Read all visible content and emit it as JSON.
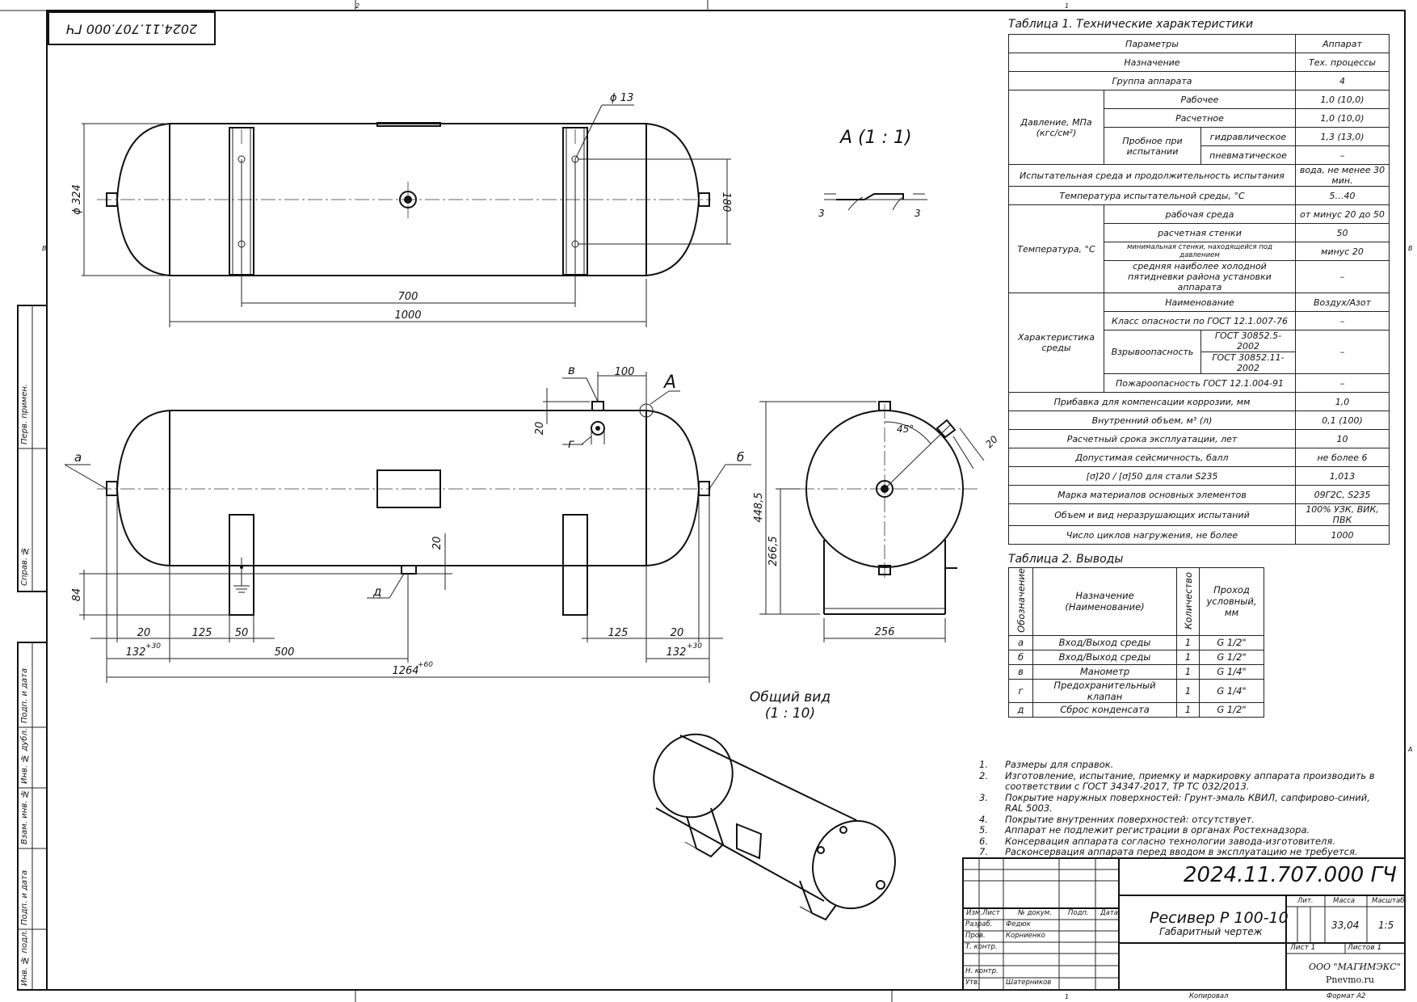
{
  "stamp_top": "2024.11.707.000 ГЧ",
  "zone_marks": {
    "top_left": "2",
    "top_right": "1",
    "left": "В",
    "right_top": "В",
    "right_bottom": "А",
    "bottom": "1"
  },
  "left_strip": [
    "Перв. примен.",
    "Справ. №",
    "Подп. и дата",
    "Инв. № дубл.",
    "Взам. инв. №",
    "Подп. и дата",
    "Инв. № подл."
  ],
  "top_view": {
    "dim_diameter_324": "ϕ 324",
    "dim_180": "180",
    "dim_hole": "ϕ 13",
    "dim_700": "700",
    "dim_1000": "1000"
  },
  "detail_a": {
    "title": "А (1 : 1)",
    "dim_left": "3",
    "dim_right": "3"
  },
  "front_view": {
    "labels": {
      "a": "а",
      "b": "б",
      "v": "в",
      "g": "г",
      "d": "д",
      "A": "А"
    },
    "dim_100": "100",
    "dim_20_top": "20",
    "dim_20_bottom": "20",
    "dim_84": "84",
    "dim_20_left": "20",
    "dim_125_left": "125",
    "dim_50": "50",
    "dim_125_right": "125",
    "dim_20_right": "20",
    "dim_132_left": "132",
    "dim_132_right": "132",
    "tol_30": "+30",
    "dim_500": "500",
    "dim_1264": "1264",
    "tol_60": "+60"
  },
  "side_view": {
    "dim_448_5": "448,5",
    "dim_266_5": "266,5",
    "dim_45": "45°",
    "dim_20": "20",
    "dim_256": "256"
  },
  "iso_view": {
    "title": "Общий вид",
    "scale": "(1 : 10)"
  },
  "table1": {
    "caption": "Таблица 1. Технические характеристики",
    "header": [
      "Параметры",
      "Аппарат"
    ],
    "rows": {
      "purpose": [
        "Назначение",
        "Тех. процессы"
      ],
      "group": [
        "Группа аппарата",
        "4"
      ],
      "pressure_label": "Давление, МПа (кгс/см²)",
      "p_work": [
        "Рабочее",
        "1,0 (10,0)"
      ],
      "p_calc": [
        "Расчетное",
        "1,0 (10,0)"
      ],
      "p_test_label": "Пробное при испытании",
      "p_hydro": [
        "гидравлическое",
        "1,3 (13,0)"
      ],
      "p_pneumo": [
        "пневматическое",
        "–"
      ],
      "test_medium": [
        "Испытательная среда и продолжительность испытания",
        "вода, не менее 30 мин."
      ],
      "test_temp": [
        "Температура испытательной среды, °С",
        "5…40"
      ],
      "temp_label": "Температура, °С",
      "t_work": [
        "рабочая среда",
        "от минус 20 до 50"
      ],
      "t_wall": [
        "расчетная стенки",
        "50"
      ],
      "t_min": [
        "минимальная стенки, находящейся под давлением",
        "минус 20"
      ],
      "t_cold": [
        "средняя наиболее холодной пятидневки района установки аппарата",
        "–"
      ],
      "medium_label": "Характеристика среды",
      "m_name": [
        "Наименование",
        "Воздух/Азот"
      ],
      "m_class": [
        "Класс опасности по ГОСТ 12.1.007-76",
        "–"
      ],
      "m_explo_label": "Взрывоопасность",
      "m_explo1": [
        "ГОСТ 30852.5-2002",
        "–"
      ],
      "m_explo2": "ГОСТ 30852.11-2002",
      "m_fire": [
        "Пожароопасность ГОСТ 12.1.004-91",
        "–"
      ],
      "corrosion": [
        "Прибавка для компенсации коррозии, мм",
        "1,0"
      ],
      "volume": [
        "Внутренний объем, м³ (л)",
        "0,1 (100)"
      ],
      "life": [
        "Расчетный срока эксплуатации, лет",
        "10"
      ],
      "seismic": [
        "Допустимая сейсмичность, балл",
        "не более 6"
      ],
      "sigma": [
        "[σ]20 / [σ]50 для стали S235",
        "1,013"
      ],
      "materials": [
        "Марка материалов основных элементов",
        "09Г2С, S235"
      ],
      "ndt": [
        "Объем и вид неразрушающих испытаний",
        "100% УЗК, ВИК, ПВК"
      ],
      "cycles": [
        "Число циклов нагружения, не более",
        "1000"
      ]
    }
  },
  "table2": {
    "caption": "Таблица 2. Выводы",
    "headers": [
      "Обозначение",
      "Назначение (Наименование)",
      "Количество",
      "Проход условный, мм"
    ],
    "rows": [
      [
        "а",
        "Вход/Выход среды",
        "1",
        "G 1/2\""
      ],
      [
        "б",
        "Вход/Выход среды",
        "1",
        "G 1/2\""
      ],
      [
        "в",
        "Манометр",
        "1",
        "G 1/4\""
      ],
      [
        "г",
        "Предохранительный клапан",
        "1",
        "G 1/4\""
      ],
      [
        "д",
        "Сброс конденсата",
        "1",
        "G 1/2\""
      ]
    ]
  },
  "notes": [
    [
      "1.",
      "Размеры для справок."
    ],
    [
      "2.",
      "Изготовление, испытание, приемку и маркировку аппарата производить в соответствии с ГОСТ 34347-2017, ТР ТС 032/2013."
    ],
    [
      "3.",
      "Покрытие наружных поверхностей: Грунт-эмаль КВИЛ, сапфирово-синий, RAL 5003."
    ],
    [
      "4.",
      "Покрытие внутренних поверхностей: отсутствует."
    ],
    [
      "5.",
      "Аппарат не подлежит регистрации в органах Ростехнадзора."
    ],
    [
      "6.",
      "Консервация аппарата согласно технологии завода-изготовителя."
    ],
    [
      "7.",
      "Расконсервация аппарата перед вводом в эксплуатацию не требуется."
    ]
  ],
  "title_block": {
    "doc_number": "2024.11.707.000 ГЧ",
    "name": "Ресивер Р 100-10",
    "doc_type": "Габаритный чертеж",
    "col_headers": [
      "Изм.",
      "Лист",
      "№ докум.",
      "Подп.",
      "Дата"
    ],
    "roles": [
      "Разраб.",
      "Пров.",
      "Т. контр.",
      "Н. контр.",
      "Утв."
    ],
    "names": [
      "Федюк",
      "Корниенко",
      "Шатерников"
    ],
    "lit_label": "Лит.",
    "mass_label": "Масса",
    "scale_label": "Масштаб",
    "mass": "33,04",
    "scale": "1:5",
    "sheet": "Лист 1",
    "sheets": "Листов 1",
    "company": "ООО \"МАГИМЭКС\"",
    "site": "Pnevmo.ru",
    "copied": "Копировал",
    "format": "Формат А2"
  }
}
